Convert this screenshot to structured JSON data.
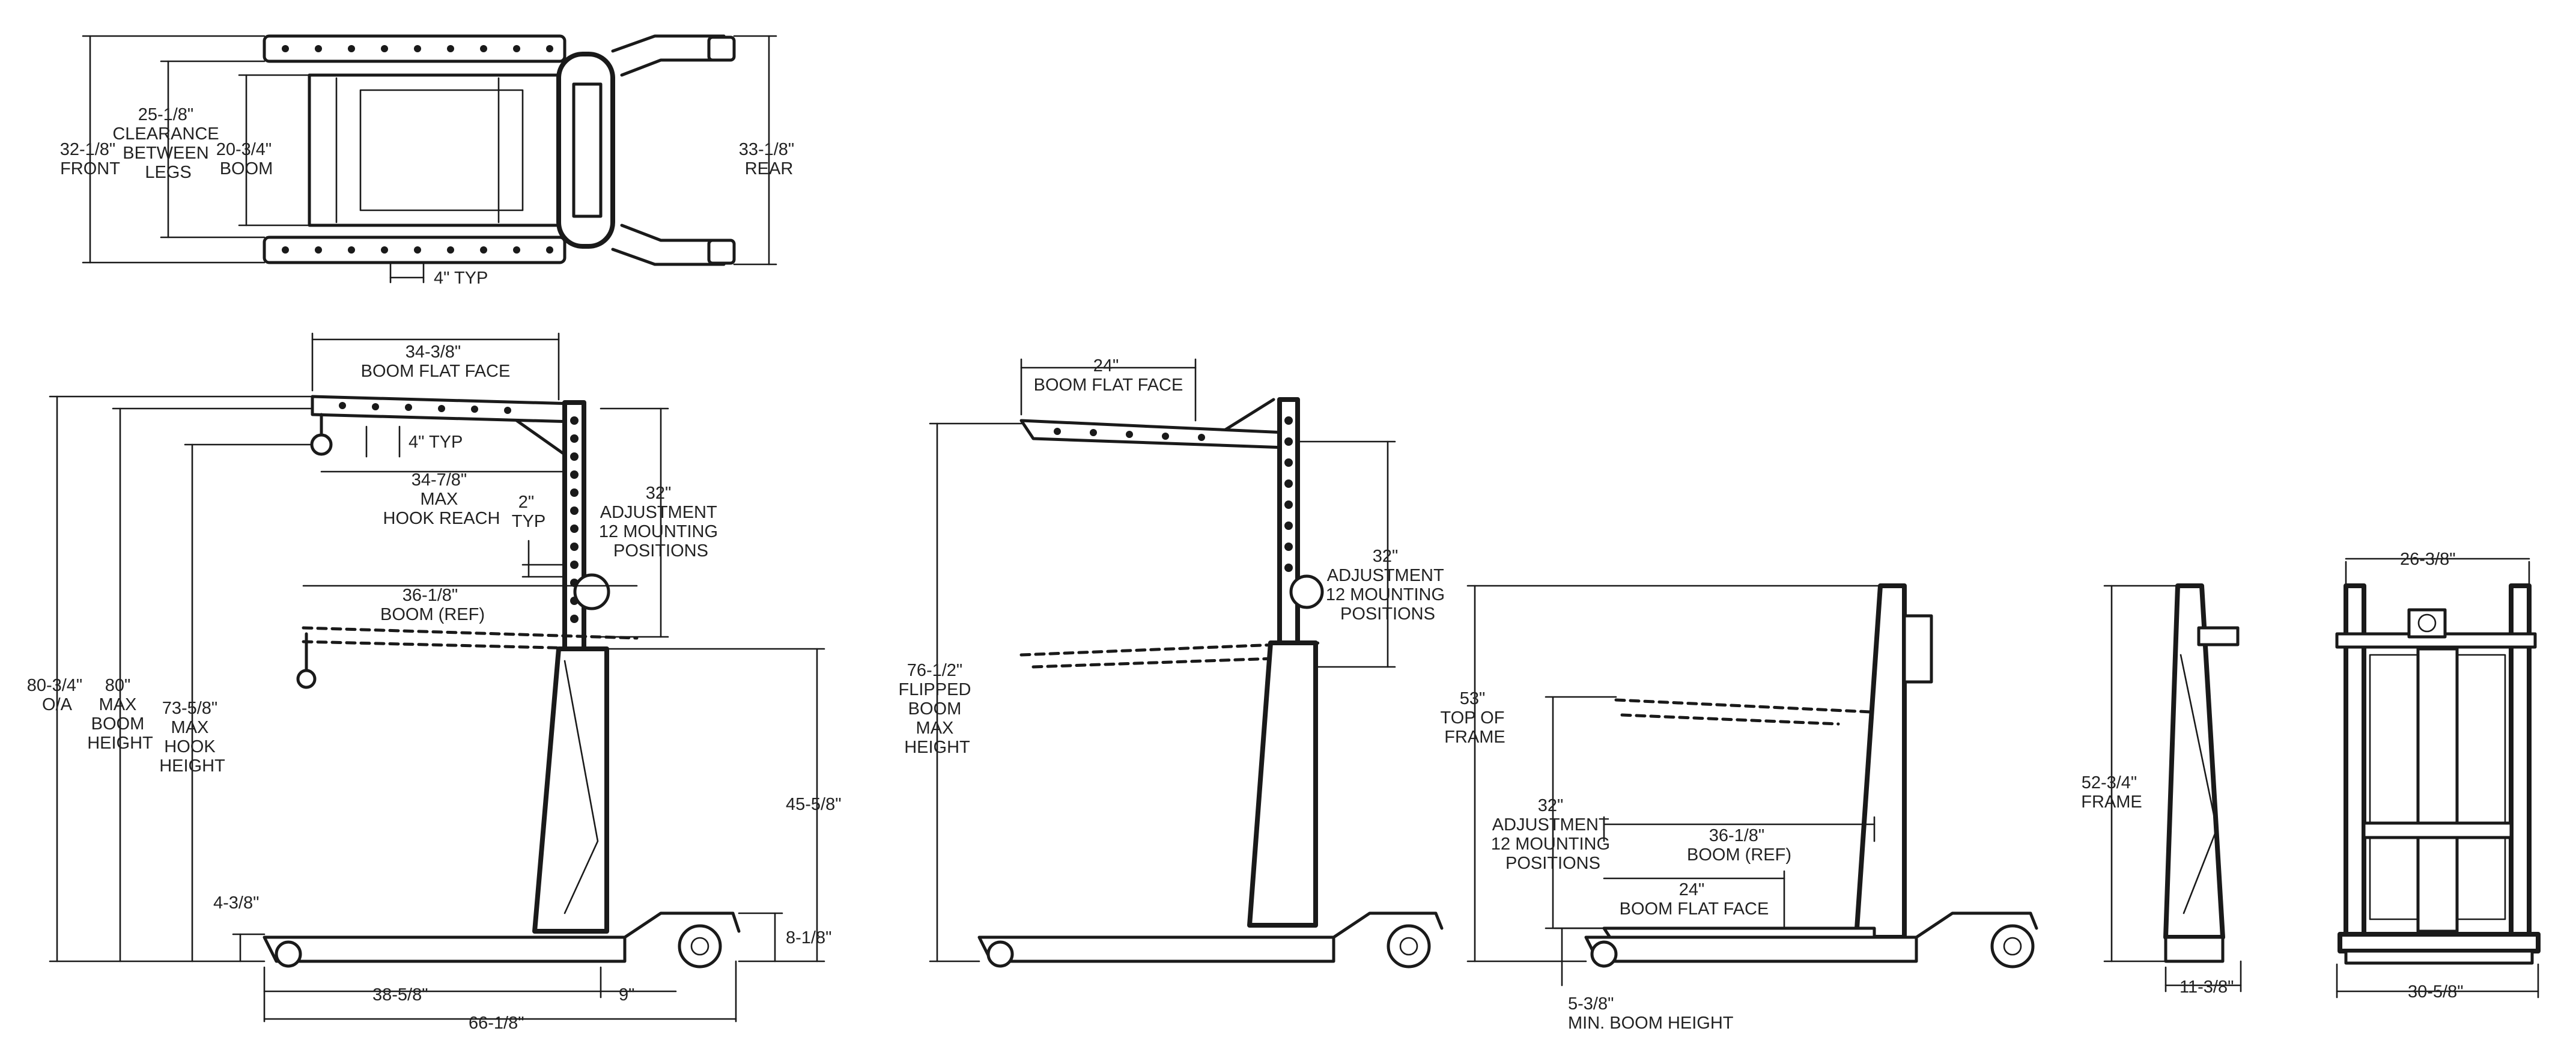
{
  "views": {
    "top_view": {
      "front_width": [
        "32-1/8\"",
        "FRONT"
      ],
      "leg_clearance": [
        "25-1/8\"",
        "CLEARANCE",
        "BETWEEN",
        "LEGS"
      ],
      "boom_width": [
        "20-3/4\"",
        "BOOM"
      ],
      "rear_width": [
        "33-1/8\"",
        "REAR"
      ],
      "hole_spacing": [
        "4\" TYP"
      ]
    },
    "side_view": {
      "boom_flat_face": [
        "34-3/8\"",
        "BOOM FLAT FACE"
      ],
      "hole_spacing": [
        "4\" TYP"
      ],
      "max_hook_reach": [
        "34-7/8\"",
        "MAX",
        "HOOK REACH"
      ],
      "mast_hole_spacing": [
        "2\"",
        "TYP"
      ],
      "adjustment": [
        "32\"",
        "ADJUSTMENT",
        "12 MOUNTING",
        "POSITIONS"
      ],
      "boom_ref": [
        "36-1/8\"",
        "BOOM (REF)"
      ],
      "overall_height": [
        "80-3/4\"",
        "O/A"
      ],
      "max_boom_height": [
        "80\"",
        "MAX",
        "BOOM",
        "HEIGHT"
      ],
      "max_hook_height": [
        "73-5/8\"",
        "MAX",
        "HOOK",
        "HEIGHT"
      ],
      "pivot_height": [
        "45-5/8\""
      ],
      "front_leg_height": [
        "4-3/8\""
      ],
      "rear_height": [
        "8-1/8\""
      ],
      "front_to_mast": [
        "38-5/8\""
      ],
      "mast_to_rear": [
        "9\""
      ],
      "overall_length": [
        "66-1/8\""
      ]
    },
    "flipped_view": {
      "boom_flat_face": [
        "24\"",
        "BOOM FLAT FACE"
      ],
      "adjustment": [
        "32\"",
        "ADJUSTMENT",
        "12 MOUNTING",
        "POSITIONS"
      ],
      "flipped_max_height": [
        "76-1/2\"",
        "FLIPPED",
        "BOOM",
        "MAX",
        "HEIGHT"
      ]
    },
    "stowed_view": {
      "frame_top": [
        "53\"",
        "TOP OF",
        "FRAME"
      ],
      "adjustment": [
        "32\"",
        "ADJUSTMENT",
        "12 MOUNTING",
        "POSITIONS"
      ],
      "boom_ref": [
        "36-1/8\"",
        "BOOM (REF)"
      ],
      "boom_flat_face": [
        "24\"",
        "BOOM FLAT FACE"
      ],
      "min_boom_height": [
        "5-3/8\"",
        "MIN. BOOM HEIGHT"
      ]
    },
    "frame_side_view": {
      "frame_height": [
        "52-3/4\"",
        "FRAME"
      ],
      "frame_depth": [
        "11-3/8\""
      ]
    },
    "rear_view": {
      "top_width": [
        "26-3/8\""
      ],
      "base_width": [
        "30-5/8\""
      ]
    }
  }
}
